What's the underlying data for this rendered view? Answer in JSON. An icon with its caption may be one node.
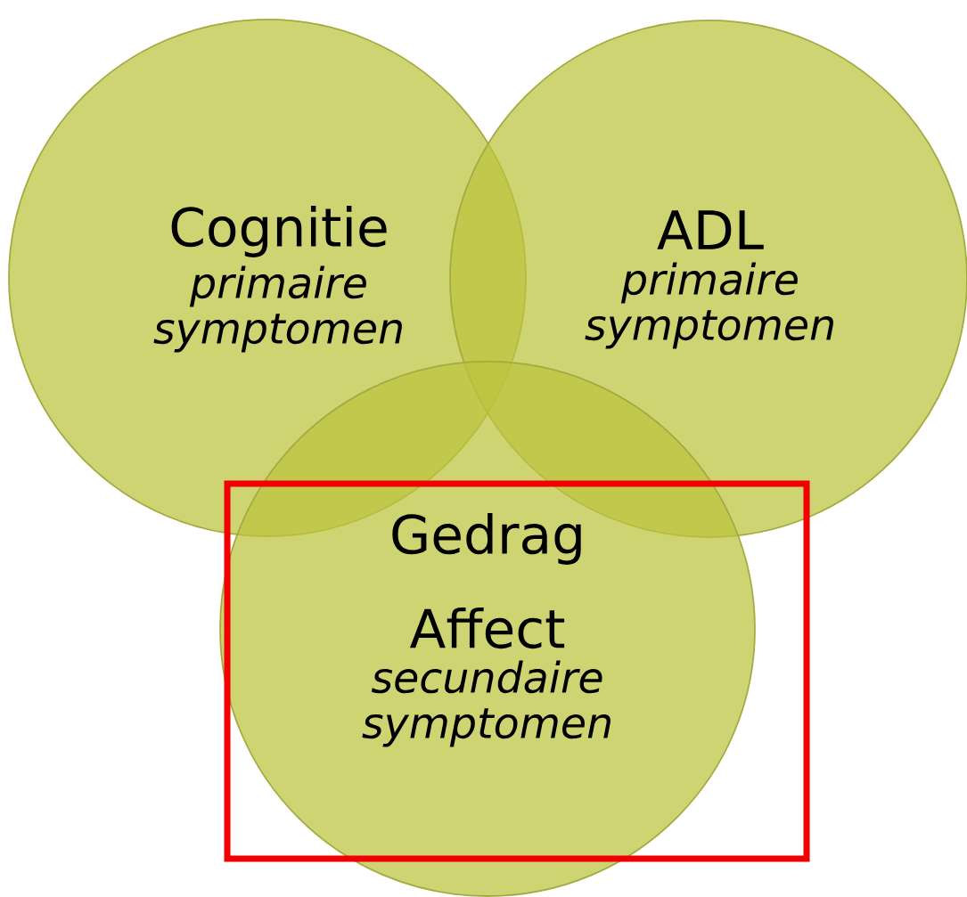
{
  "diagram": {
    "nodes": [
      {
        "text": [
          "Cognitie",
          "primaire symptomen"
        ]
      },
      {
        "text": [
          "ADL",
          "primaire symptomen"
        ]
      },
      {
        "text": [
          "Gedrag",
          "Affect",
          "secundaire symptomen"
        ]
      }
    ]
  }
}
